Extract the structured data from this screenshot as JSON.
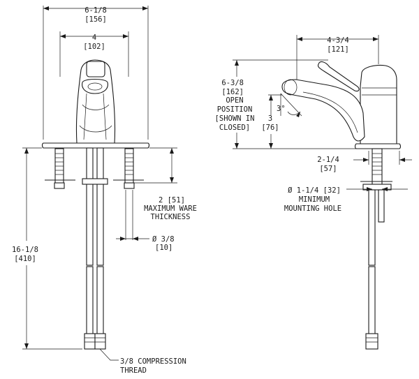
{
  "front_view": {
    "overall_width": {
      "inches": "6-1/8",
      "mm": "[156]"
    },
    "center_spacing": {
      "inches": "4",
      "mm": "[102]"
    },
    "max_ware_thickness": {
      "line1": "2 [51]",
      "line2": "MAXIMUM WARE",
      "line3": "THICKNESS"
    },
    "hole_diameter": {
      "inches": "Ø 3/8",
      "mm": "[10]"
    },
    "supply_length": {
      "inches": "16-1/8",
      "mm": "[410]"
    },
    "compression_thread": {
      "line1": "3/8 COMPRESSION",
      "line2": "THREAD"
    }
  },
  "side_view": {
    "spout_reach": {
      "inches": "4-3/4",
      "mm": "[121]"
    },
    "open_height": {
      "inches": "6-3/8",
      "mm": "[162]"
    },
    "open_position": {
      "line1": "OPEN",
      "line2": "POSITION",
      "line3": "[SHOWN IN",
      "line4": "CLOSED]"
    },
    "angle": "3°",
    "closed_height": {
      "inches": "3",
      "mm": "[76]"
    },
    "base_depth": {
      "inches": "2-1/4",
      "mm": "[57]"
    },
    "mounting_hole": {
      "line1": "Ø 1-1/4 [32]",
      "line2": "MINIMUM",
      "line3": "MOUNTING HOLE"
    }
  }
}
